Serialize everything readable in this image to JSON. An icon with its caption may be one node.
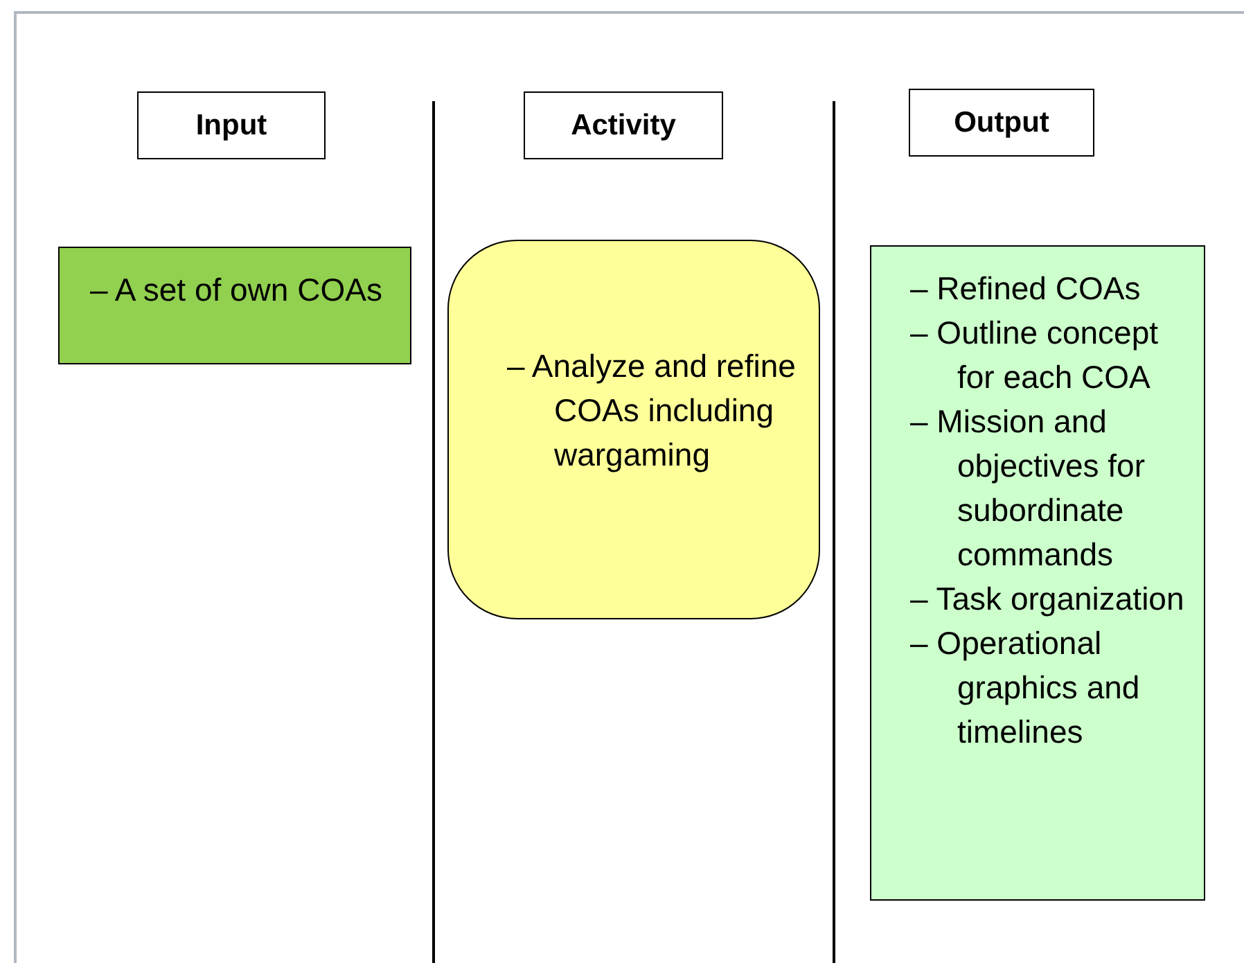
{
  "diagram": {
    "nodes": [
      {
        "text": [
          "Input"
        ]
      },
      {
        "text": [
          "Activity"
        ]
      },
      {
        "text": [
          "Output"
        ]
      },
      {
        "text": [
          "– A set of own COAs"
        ]
      },
      {
        "text": [
          "– Analyze and refine COAs including wargaming"
        ]
      },
      {
        "text": [
          "– Refined COAs",
          "– Outline concept for each COA",
          "– Mission and objectives for subordinate commands",
          "– Task organization",
          "– Operational graphics and timelines"
        ]
      }
    ],
    "edges": []
  }
}
